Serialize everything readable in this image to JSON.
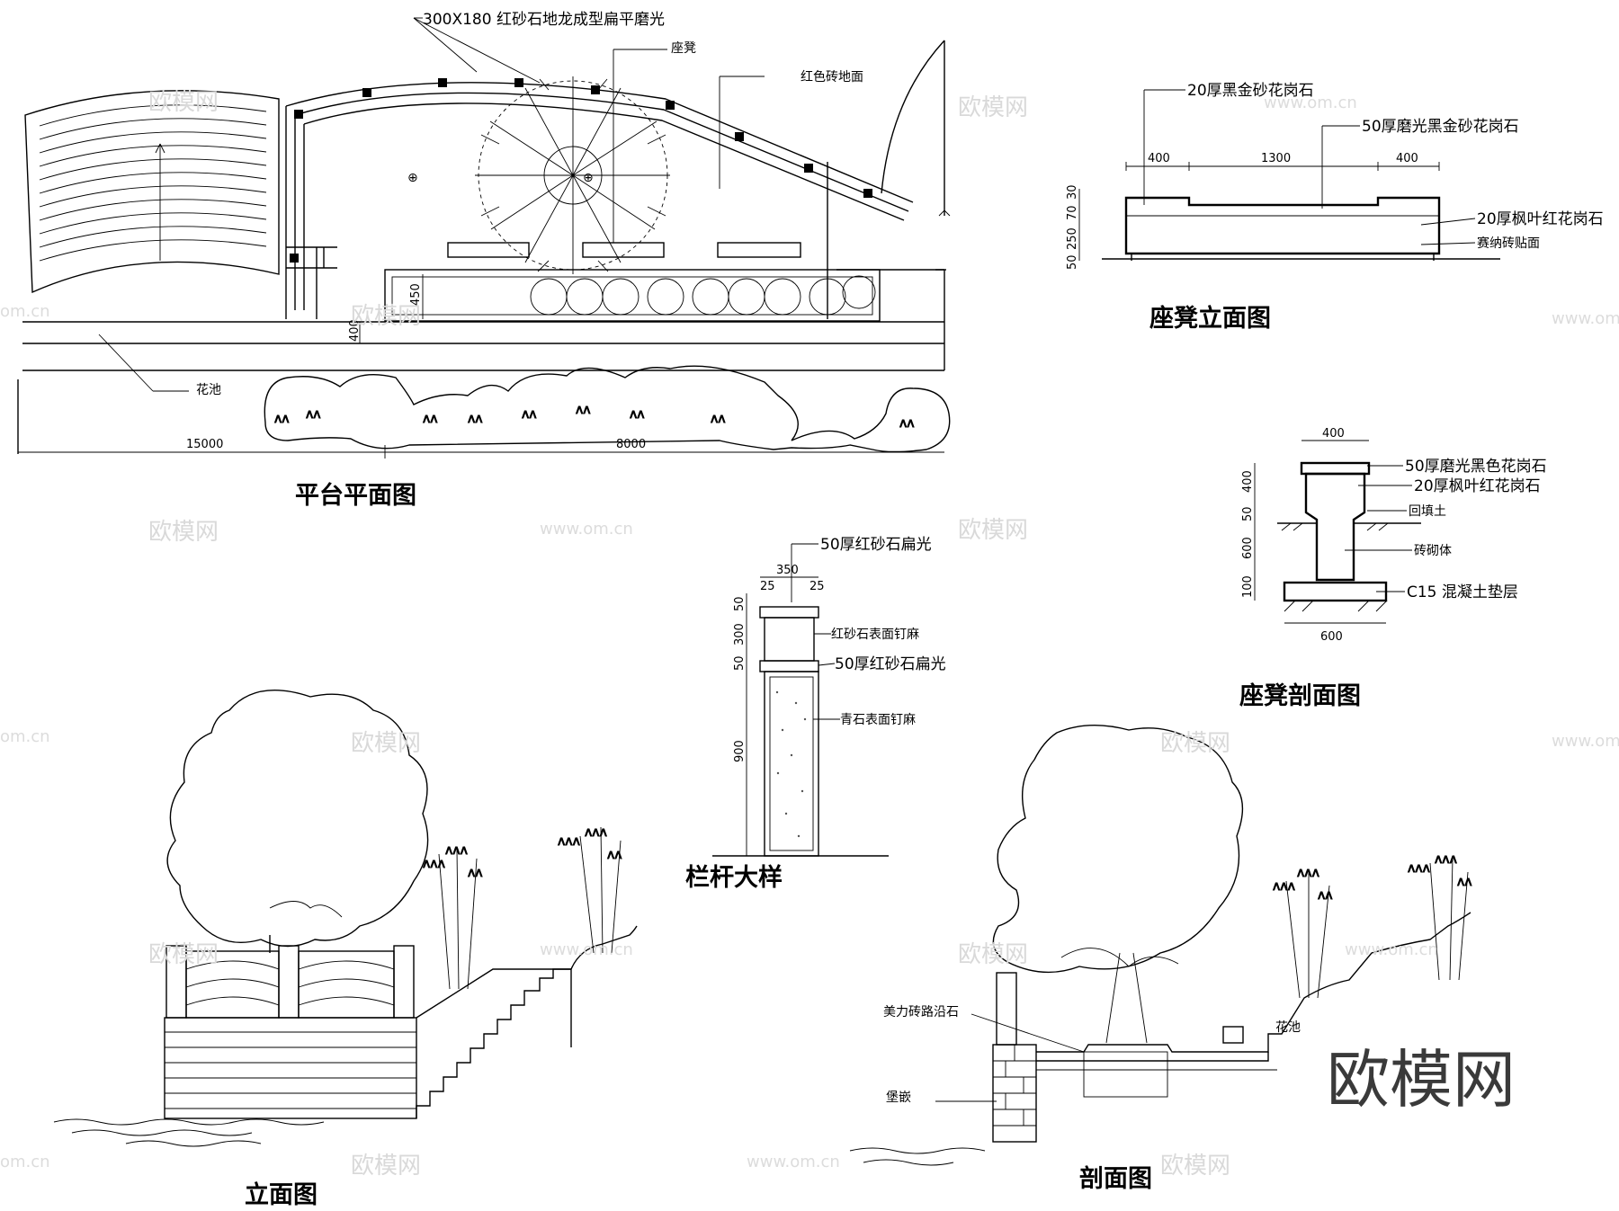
{
  "titles": {
    "platform_plan": "平台平面图",
    "bench_elevation": "座凳立面图",
    "bench_section": "座凳剖面图",
    "railing_detail": "栏杆大样",
    "elevation": "立面图",
    "section": "剖面图"
  },
  "plan": {
    "paving_note": "300X180 红砂石地龙成型扁平磨光",
    "bench_label": "座凳",
    "ground_label": "红色砖地面",
    "flowerbed_label": "花池",
    "dim_total": "15000",
    "dim_right": "8000",
    "dim_450": "450",
    "dim_400": "400"
  },
  "bench_elevation": {
    "top_note": "20厚黑金砂花岗石",
    "mid_note": "50厚磨光黑金砂花岗石",
    "right_note_1": "20厚枫叶红花岗石",
    "right_note_2": "赛纳砖贴面",
    "dim_top": [
      "400",
      "1300",
      "400"
    ],
    "dim_left": [
      "30",
      "70",
      "250",
      "50"
    ]
  },
  "bench_section": {
    "notes": [
      "50厚磨光黑色花岗石",
      "20厚枫叶红花岗石",
      "回填土",
      "砖砌体",
      "C15 混凝土垫层"
    ],
    "dim_top": "400",
    "dim_bottom": "600",
    "dim_left": [
      "400",
      "50",
      "600",
      "100"
    ]
  },
  "railing": {
    "notes": [
      "50厚红砂石扁光",
      "红砂石表面钉麻",
      "50厚红砂石扁光",
      "青石表面钉麻"
    ],
    "dim_top": "350",
    "dim_side_small": [
      "25",
      "25"
    ],
    "dim_left": [
      "50",
      "300",
      "50",
      "900"
    ]
  },
  "section": {
    "curb_note": "美力砖路沿石",
    "wall_note": "堡嵌",
    "pool_note": "花池"
  },
  "watermark": {
    "brand": "欧模网",
    "url": "www.om.cn",
    "url_short": "om.cn"
  }
}
